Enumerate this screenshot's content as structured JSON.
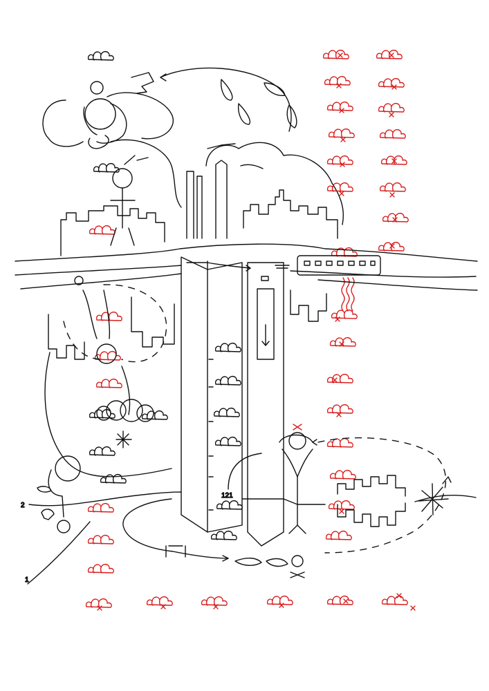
{
  "illustration": {
    "style": "pen line drawing",
    "ink_color": "#111111",
    "accent_color": "#d81e1e",
    "labels": {
      "elevator_number": "121",
      "left_mark_upper": "2",
      "left_mark_lower": "1"
    }
  }
}
